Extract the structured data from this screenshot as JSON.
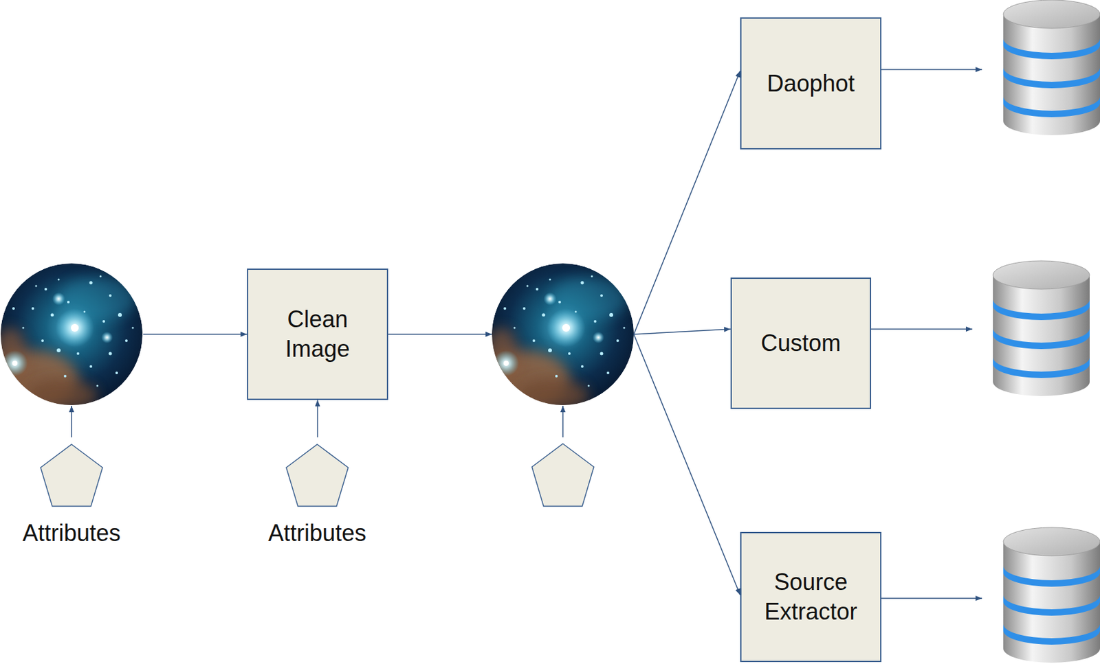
{
  "diagram": {
    "nodes": [
      {
        "text": [
          "Attributes"
        ]
      },
      {
        "text": [
          "Clean Image"
        ]
      },
      {
        "text": [
          "Attributes"
        ]
      },
      {
        "text": [
          "Daophot"
        ]
      },
      {
        "text": [
          "Custom"
        ]
      },
      {
        "text": [
          "Source Extractor"
        ]
      }
    ],
    "edges": [
      {
        "from": 2,
        "to": 1,
        "arrow": "to"
      }
    ]
  }
}
